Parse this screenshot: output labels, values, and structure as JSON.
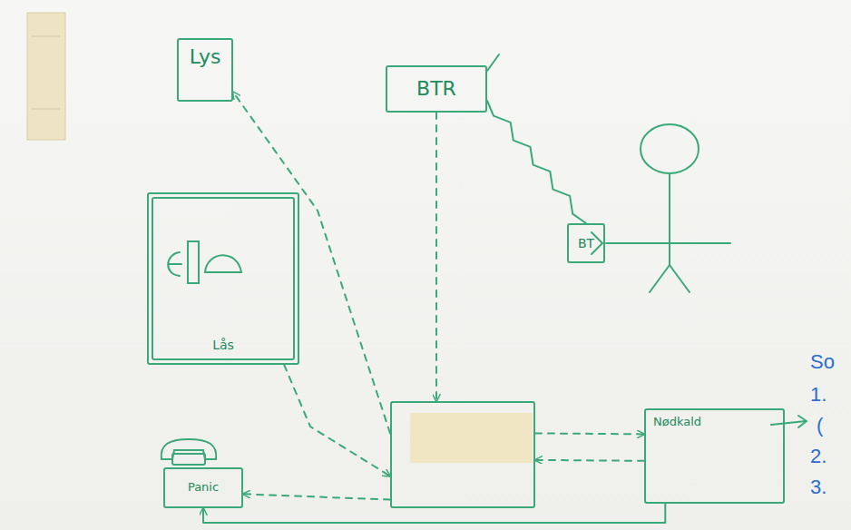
{
  "diagram": {
    "nodes": [
      {
        "text": [
          "Lys"
        ]
      },
      {
        "text": [
          "BTR"
        ]
      },
      {
        "text": [
          "Lås"
        ]
      },
      {
        "text": [
          "BT"
        ]
      },
      {
        "text": []
      },
      {
        "text": [
          "Panic"
        ]
      },
      {
        "text": [
          "Nødkald"
        ]
      }
    ],
    "edges": [
      {
        "from": 4,
        "to": 0,
        "arrow": "to"
      },
      {
        "from": 1,
        "to": 4,
        "arrow": "to"
      },
      {
        "from": 1,
        "to": 3,
        "arrow": "none"
      },
      {
        "from": 2,
        "to": 4,
        "arrow": "to"
      },
      {
        "from": 4,
        "to": 5,
        "arrow": "to"
      },
      {
        "from": 4,
        "to": 6,
        "arrow": "to"
      },
      {
        "from": 6,
        "to": 4,
        "arrow": "to"
      },
      {
        "from": 6,
        "to": 5,
        "arrow": "to"
      }
    ],
    "labels": [
      "So",
      "1.",
      "(",
      "2.",
      "3."
    ]
  }
}
